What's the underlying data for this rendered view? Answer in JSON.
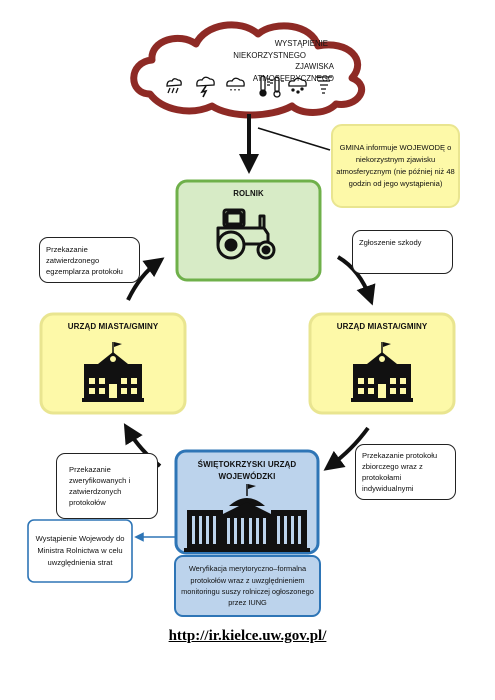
{
  "cloud": {
    "lines": [
      "WYSTĄPIENIE",
      "NIEKORZYSTNEGO",
      "ZJAWISKA ATMOSFERYCZNEGO"
    ],
    "icons": [
      "lightning-rain-icon",
      "storm-icon",
      "rain-cloud-icon",
      "thermometer-hot-icon",
      "thermometer-cold-icon",
      "hail-cloud-icon",
      "tornado-icon"
    ]
  },
  "gmina_note": {
    "text": "GMINA informuje WOJEWODĘ o niekorzystnym zjawisku atmosferycznym (nie później niż 48 godzin od jego wystąpienia)"
  },
  "rolnik": {
    "title": "ROLNIK",
    "icon": "tractor-icon"
  },
  "notes": {
    "przekazanie_zatwierdzonego": "Przekazanie zatwierdzonego egzemplarza protokołu",
    "zgloszenie": "Zgłoszenie szkody",
    "przekazanie_zbiorczego": "Przekazanie protokołu zbiorczego wraz z protokołami indywidualnymi",
    "przekazanie_zweryfikowanych": "Przekazanie zweryfikowanych i zatwierdzonych protokołów"
  },
  "urzad_left": {
    "title": "URZĄD MIASTA/GMINY",
    "icon": "town-hall-icon"
  },
  "urzad_right": {
    "title": "URZĄD MIASTA/GMINY",
    "icon": "town-hall-icon"
  },
  "voivodeship": {
    "title": "ŚWIĘTOKRZYSKI URZĄD WOJEWÓDZKI",
    "icon": "government-building-icon"
  },
  "weryfikacja": "Weryfikacja merytoryczno–formalna protokołów wraz z uwzględnieniem monitoringu suszy rolniczej ogłoszonego przez IUNG",
  "wystapienie": "Wystąpienie Wojewody do Ministra Rolnictwa w celu uwzględnienia strat",
  "footer_url": "http://ir.kielce.uw.gov.pl/",
  "colors": {
    "cloud_border": "#8e2a25",
    "rolnik_fill": "#d7ebc6",
    "rolnik_border": "#6fb04a",
    "yellow_fill": "#fdf9a8",
    "blue_fill": "#bcd3ec",
    "blue_border": "#2e75b6",
    "arrow": "#111111"
  }
}
